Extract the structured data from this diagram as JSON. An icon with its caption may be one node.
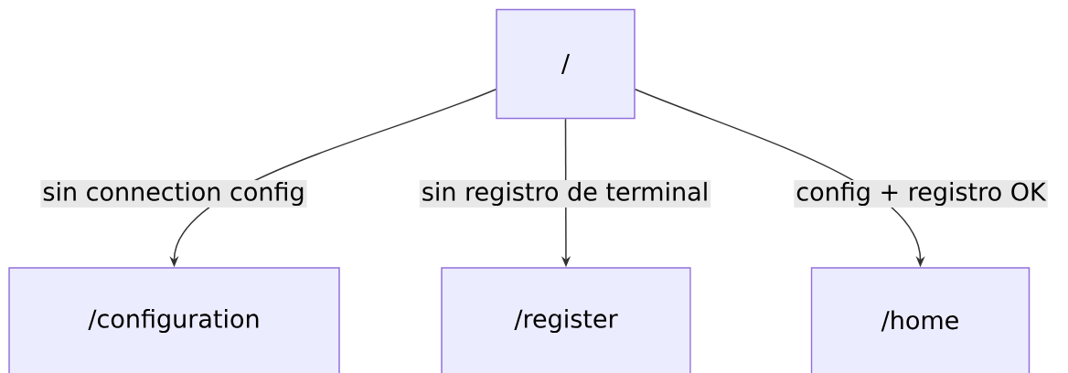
{
  "diagram": {
    "nodes": [
      {
        "text": [
          "/"
        ]
      },
      {
        "text": [
          "/configuration"
        ]
      },
      {
        "text": [
          "/register"
        ]
      },
      {
        "text": [
          "/home"
        ]
      }
    ],
    "edges": [
      {
        "from": 0,
        "to": 1,
        "arrow": "to",
        "label": "sin connection config"
      },
      {
        "from": 0,
        "to": 2,
        "arrow": "to",
        "label": "sin registro de terminal"
      },
      {
        "from": 0,
        "to": 3,
        "arrow": "to",
        "label": "config + registro OK"
      }
    ]
  }
}
